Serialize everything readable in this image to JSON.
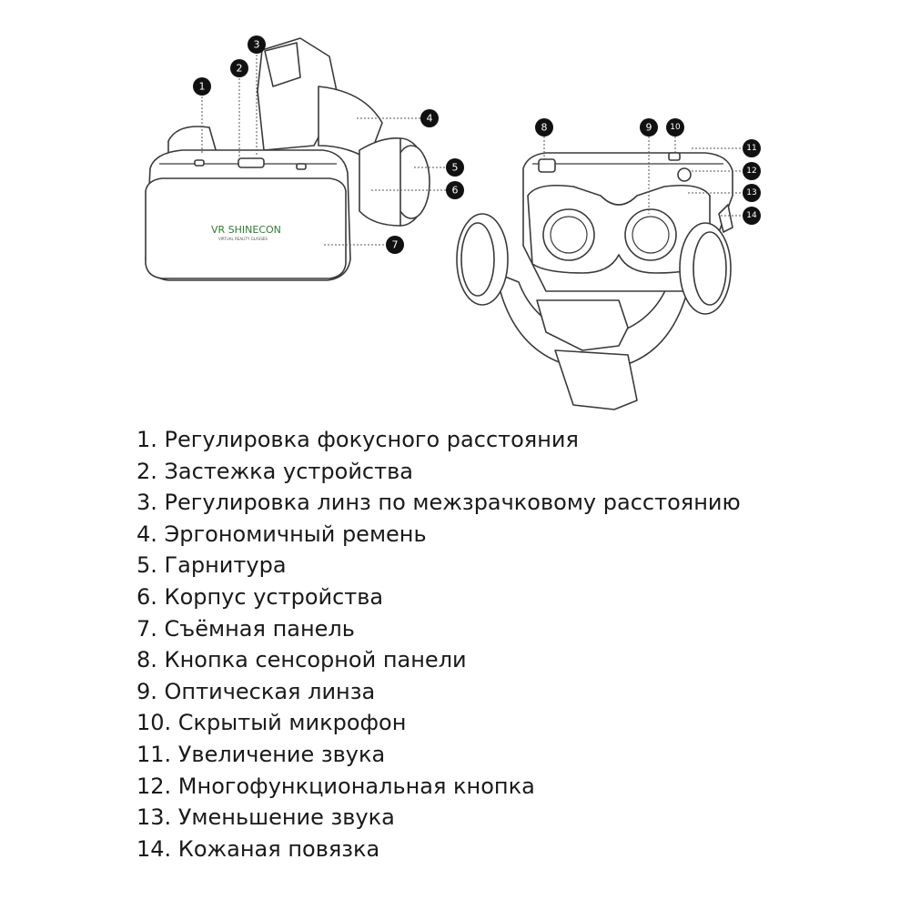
{
  "brand": {
    "name": "VR SHINECON",
    "tagline": "VIRTUAL REALITY GLASSES"
  },
  "callouts": [
    "1",
    "2",
    "3",
    "4",
    "5",
    "6",
    "7",
    "8",
    "9",
    "10",
    "11",
    "12",
    "13",
    "14"
  ],
  "legend": [
    "1. Регулировка фокусного расстояния",
    "2. Застежка устройства",
    "3. Регулировка линз по межзрачковому расстоянию",
    "4. Эргономичный ремень",
    "5. Гарнитура",
    "6. Корпус устройства",
    "7. Съёмная панель",
    "8. Кнопка сенсорной панели",
    "9. Оптическая линза",
    "10. Скрытый микрофон",
    "11. Увеличение звука",
    "12. Многофункциональная кнопка",
    "13. Уменьшение звука",
    "14. Кожаная повязка"
  ],
  "icons": {
    "headset_front": "vr-headset-front-icon",
    "headset_back": "vr-headset-back-icon"
  }
}
